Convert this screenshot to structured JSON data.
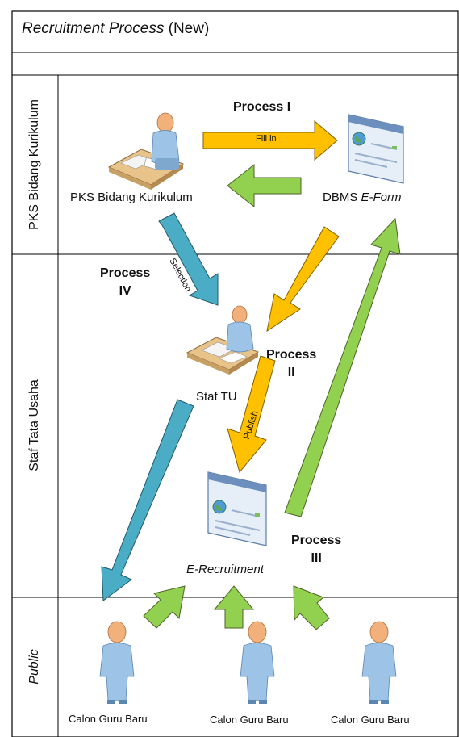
{
  "title": {
    "italic": "Recruitment Process",
    "normal": "(New)"
  },
  "lanes": [
    {
      "label": "PKS Bidang Kurikulum",
      "italic": false
    },
    {
      "label": "Staf Tata Usaha",
      "italic": false
    },
    {
      "label": "Public",
      "italic": true
    }
  ],
  "nodes": {
    "pks": "PKS Bidang Kurikulum",
    "dbms_prefix": "DBMS",
    "dbms_italic": "E-Form",
    "staf": "Staf TU",
    "erecruit": "E-Recruitment",
    "calon1": "Calon Guru Baru",
    "calon2": "Calon Guru Baru",
    "calon3": "Calon Guru Baru"
  },
  "process_labels": {
    "p1": "Process I",
    "p2_line1": "Process",
    "p2_line2": "II",
    "p3_line1": "Process",
    "p3_line2": "III",
    "p4_line1": "Process",
    "p4_line2": "IV"
  },
  "arrow_labels": {
    "fill_in": "Fill in",
    "selection": "Selection",
    "publish": "Publish"
  },
  "colors": {
    "orange": "#FFC000",
    "green": "#92D050",
    "blue": "#4BACC6",
    "line": "#000000"
  }
}
